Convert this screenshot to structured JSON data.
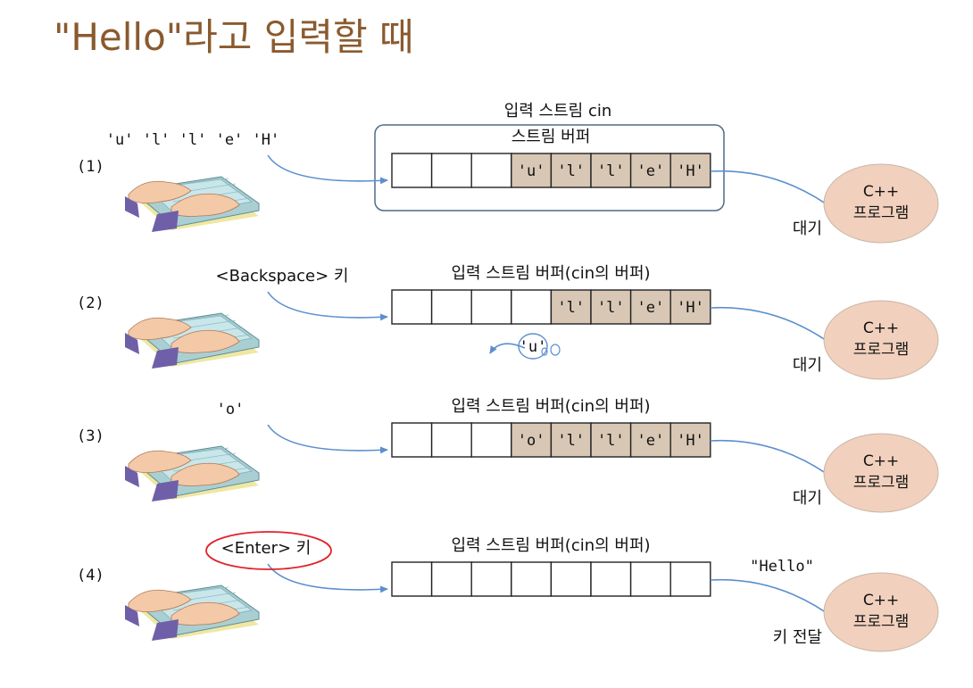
{
  "title": "\"Hello\"라고 입력할 때",
  "stream_label": "입력 스트림 cin",
  "colors": {
    "title": "#8a5a2e",
    "cell_fill": "#d8c7b4",
    "ellipse_fill": "#f1d0bd",
    "arrow": "#5b8fcf",
    "highlight": "#e2222b"
  },
  "program": {
    "line1": "C++",
    "line2": "프로그램"
  },
  "rows": [
    {
      "num": "(1)",
      "input": "'u' 'l' 'l' 'e' 'H'",
      "buffer_label": "스트림 버퍼",
      "cells": [
        "",
        "",
        "",
        "'u'",
        "'l'",
        "'l'",
        "'e'",
        "'H'"
      ],
      "status": "대기"
    },
    {
      "num": "(2)",
      "input": "<Backspace> 키",
      "buffer_label": "입력 스트림 버퍼(cin의 버퍼)",
      "cells": [
        "",
        "",
        "",
        "",
        "'l'",
        "'l'",
        "'e'",
        "'H'"
      ],
      "status": "대기",
      "removed": "'u'"
    },
    {
      "num": "(3)",
      "input": "'o'",
      "buffer_label": "입력 스트림 버퍼(cin의 버퍼)",
      "cells": [
        "",
        "",
        "",
        "'o'",
        "'l'",
        "'l'",
        "'e'",
        "'H'"
      ],
      "status": "대기"
    },
    {
      "num": "(4)",
      "input": "<Enter> 키",
      "buffer_label": "입력 스트림 버퍼(cin의 버퍼)",
      "cells": [
        "",
        "",
        "",
        "",
        "",
        "",
        "",
        ""
      ],
      "status": "키 전달",
      "sent": "\"Hello\""
    }
  ]
}
